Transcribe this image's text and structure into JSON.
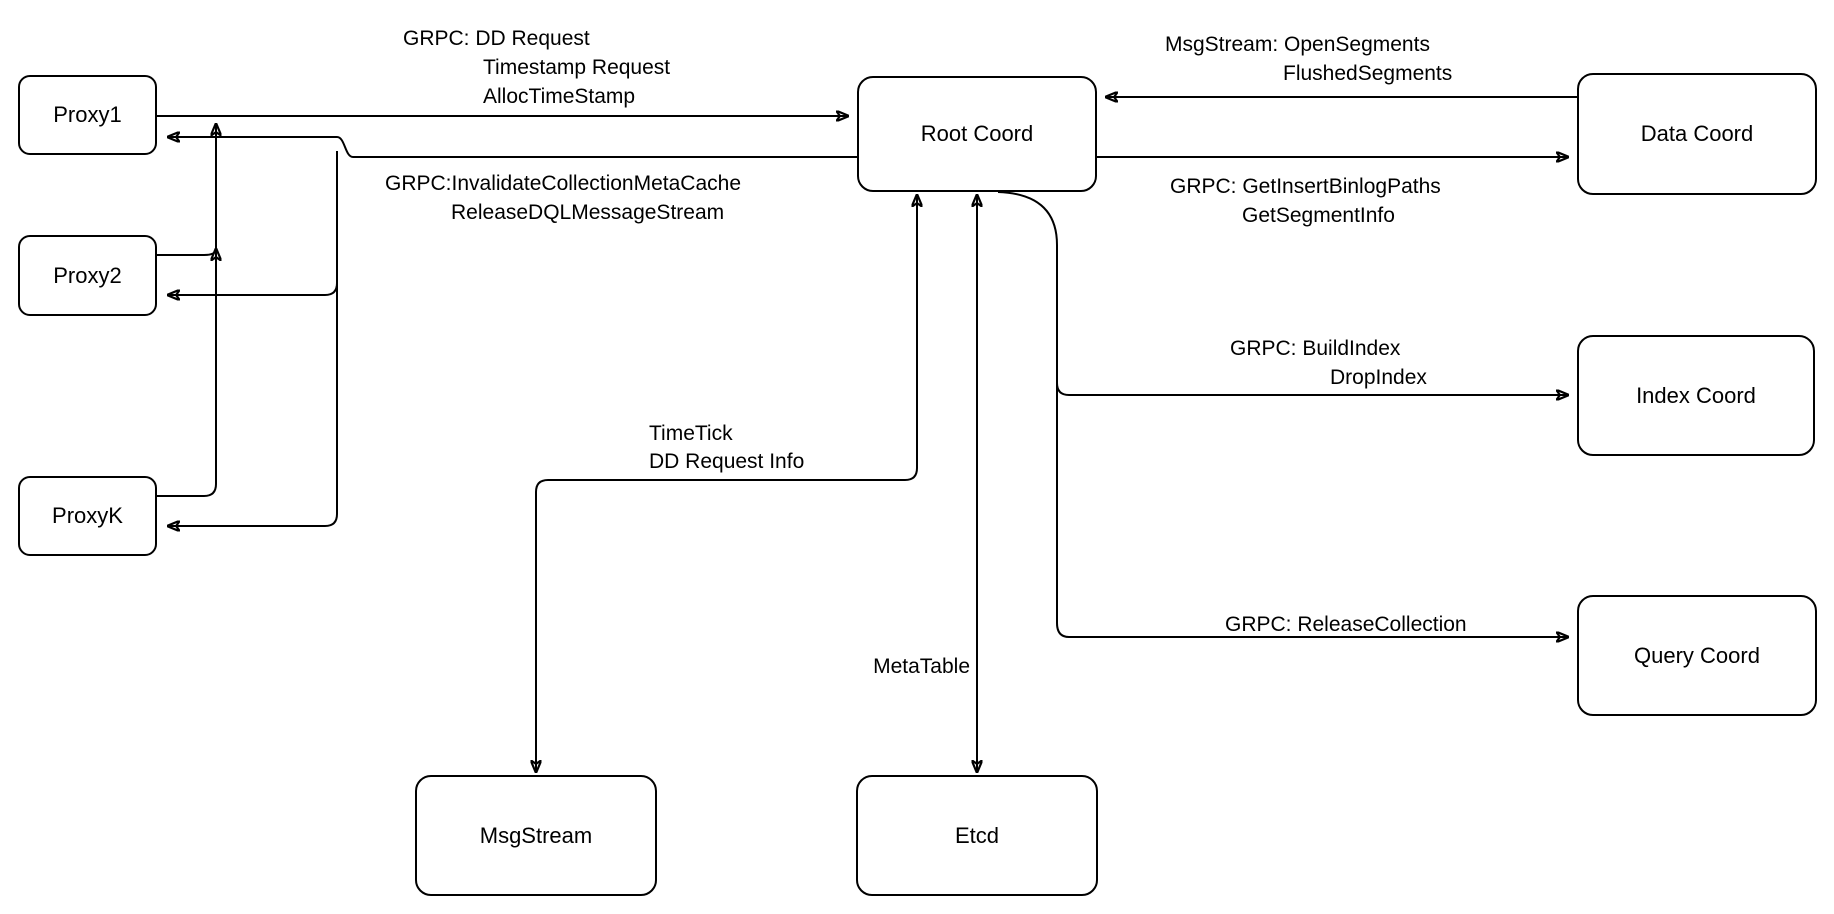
{
  "diagram_type": "architecture-flow-diagram",
  "colors": {
    "stroke": "#000000",
    "node_fill": "#ffffff",
    "background": "#ffffff"
  },
  "nodes": {
    "proxy1": "Proxy1",
    "proxy2": "Proxy2",
    "proxyk": "ProxyK",
    "root_coord": "Root Coord",
    "data_coord": "Data Coord",
    "index_coord": "Index Coord",
    "query_coord": "Query Coord",
    "msgstream": "MsgStream",
    "etcd": "Etcd"
  },
  "edge_labels": {
    "proxy_to_root": [
      "GRPC: DD Request",
      "Timestamp Request",
      "AllocTimeStamp"
    ],
    "root_to_proxy": [
      "GRPC:InvalidateCollectionMetaCache",
      "ReleaseDQLMessageStream"
    ],
    "data_to_root": [
      "MsgStream: OpenSegments",
      "FlushedSegments"
    ],
    "root_to_data": [
      "GRPC: GetInsertBinlogPaths",
      "GetSegmentInfo"
    ],
    "root_to_index": [
      "GRPC: BuildIndex",
      "DropIndex"
    ],
    "root_to_query": [
      "GRPC: ReleaseCollection"
    ],
    "root_to_msgstream": [
      "TimeTick",
      "DD Request Info"
    ],
    "root_to_etcd": [
      "MetaTable"
    ]
  }
}
